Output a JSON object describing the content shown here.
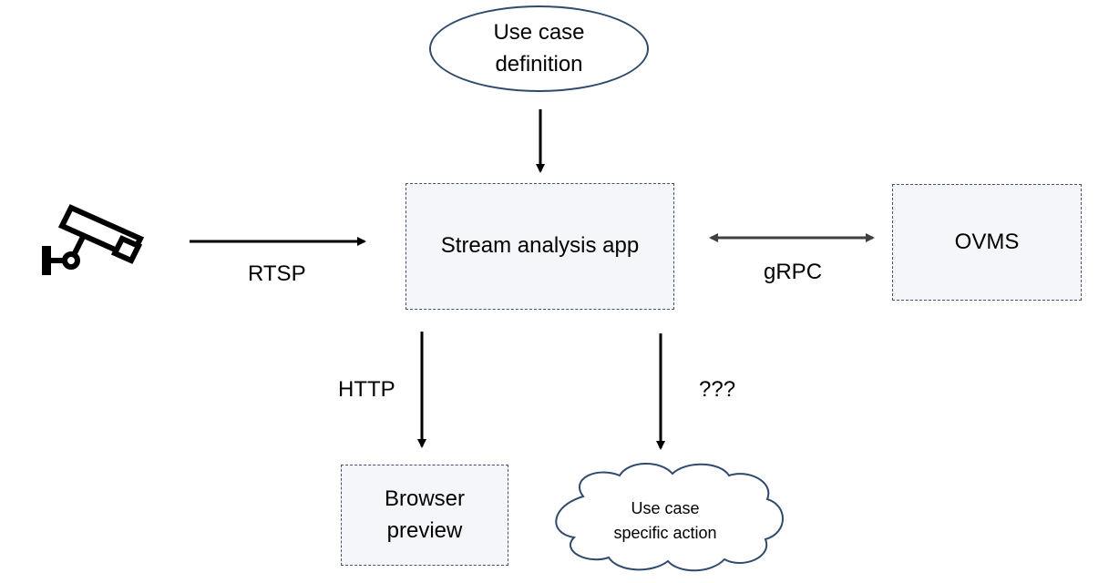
{
  "diagram": {
    "nodes": {
      "use_case_definition": "Use case\ndefinition",
      "stream_app": "Stream analysis app",
      "ovms": "OVMS",
      "browser_preview": "Browser\npreview",
      "use_case_action": "Use case\nspecific action"
    },
    "edges": {
      "rtsp": "RTSP",
      "grpc": "gRPC",
      "http": "HTTP",
      "unknown": "???"
    },
    "icons": {
      "camera": "security-camera-icon"
    },
    "colors": {
      "box_fill": "#f4f6fa",
      "box_border": "#44546a",
      "ellipse_border": "#2f4a6e",
      "arrow": "#000000",
      "bidirectional_arrow": "#404040"
    }
  }
}
